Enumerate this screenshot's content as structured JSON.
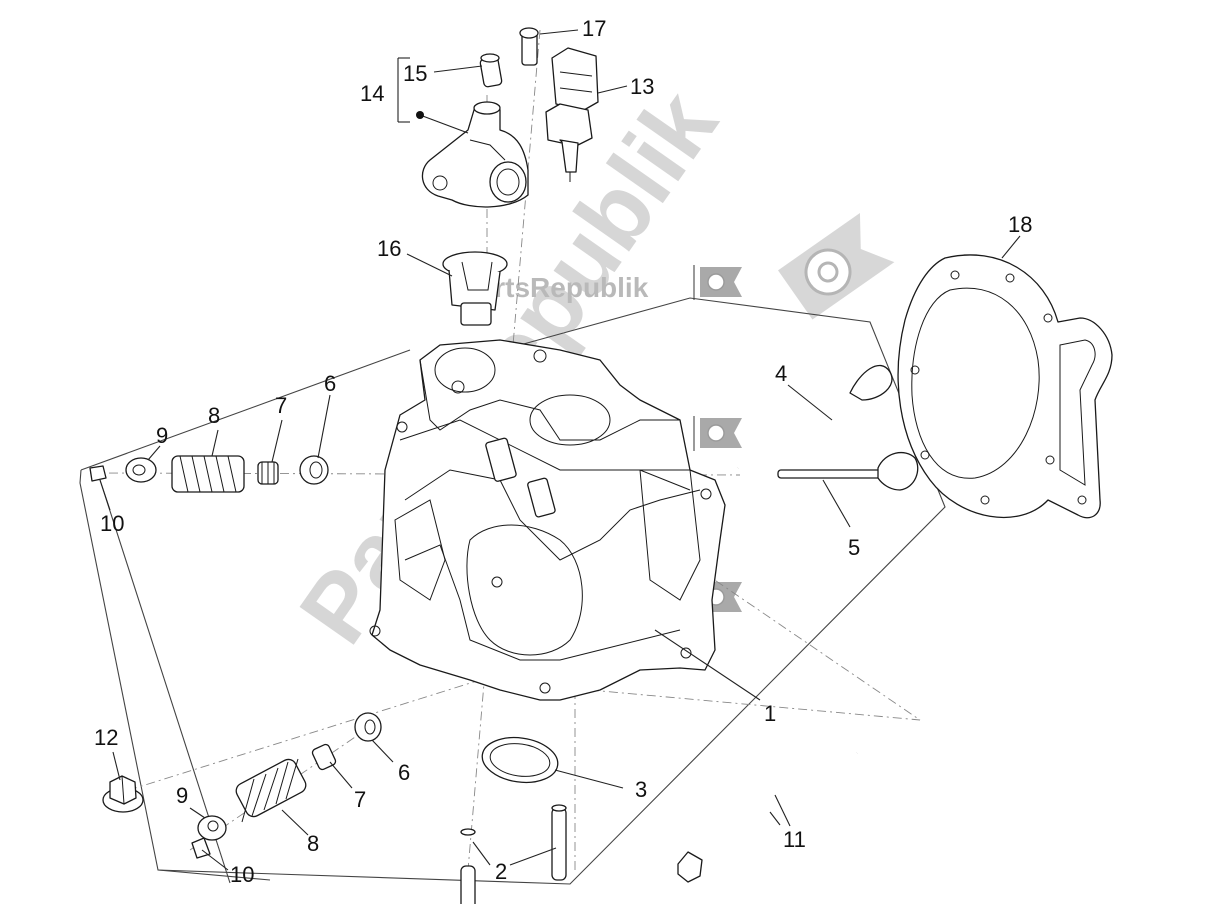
{
  "watermark": {
    "brand": "PartsRepublik",
    "icon": "gear-icon",
    "color": "#b9b9b9"
  },
  "labels": [
    {
      "id": "label-1",
      "text": "1"
    },
    {
      "id": "label-2",
      "text": "2"
    },
    {
      "id": "label-3",
      "text": "3"
    },
    {
      "id": "label-4",
      "text": "4"
    },
    {
      "id": "label-5",
      "text": "5"
    },
    {
      "id": "label-6-top",
      "text": "6"
    },
    {
      "id": "label-6-bottom",
      "text": "6"
    },
    {
      "id": "label-7-top",
      "text": "7"
    },
    {
      "id": "label-7-bottom",
      "text": "7"
    },
    {
      "id": "label-8-top",
      "text": "8"
    },
    {
      "id": "label-8-bottom",
      "text": "8"
    },
    {
      "id": "label-9-top",
      "text": "9"
    },
    {
      "id": "label-9-bottom",
      "text": "9"
    },
    {
      "id": "label-10-top",
      "text": "10"
    },
    {
      "id": "label-10-bottom",
      "text": "10"
    },
    {
      "id": "label-11",
      "text": "11"
    },
    {
      "id": "label-12",
      "text": "12"
    },
    {
      "id": "label-13",
      "text": "13"
    },
    {
      "id": "label-14",
      "text": "14"
    },
    {
      "id": "label-15",
      "text": "15"
    },
    {
      "id": "label-16",
      "text": "16"
    },
    {
      "id": "label-17",
      "text": "17"
    },
    {
      "id": "label-18",
      "text": "18"
    }
  ]
}
